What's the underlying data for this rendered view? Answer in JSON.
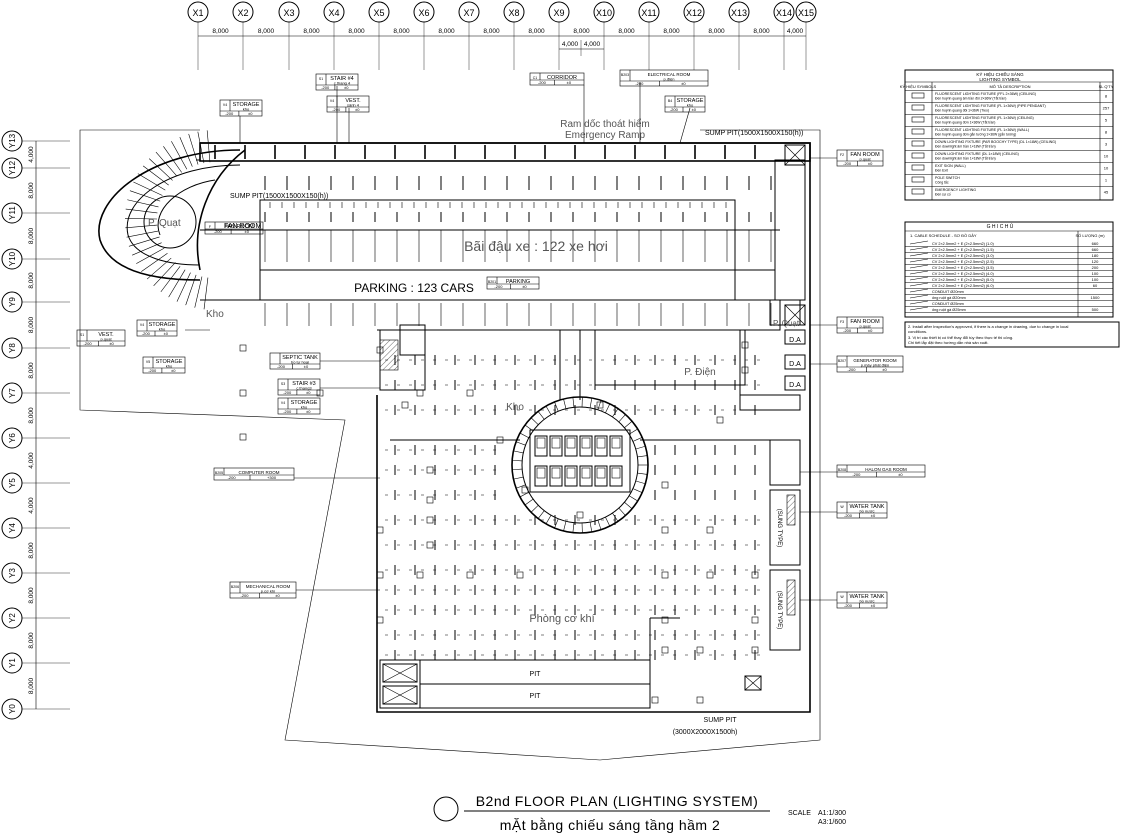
{
  "grid": {
    "x_labels": [
      "X1",
      "X2",
      "X3",
      "X4",
      "X5",
      "X6",
      "X7",
      "X8",
      "X9",
      "X10",
      "X11",
      "X12",
      "X13",
      "X14",
      "X15"
    ],
    "x_dims": [
      "8,000",
      "8,000",
      "8,000",
      "8,000",
      "8,000",
      "8,000",
      "8,000",
      "8,000",
      "8,000",
      "8,000",
      "8,000",
      "8,000",
      "8,000",
      "4,000"
    ],
    "x_sub_dims": [
      "4,000",
      "4,000"
    ],
    "y_labels": [
      "Y13",
      "Y12",
      "Y11",
      "Y10",
      "Y9",
      "Y8",
      "Y7",
      "Y6",
      "Y5",
      "Y4",
      "Y3",
      "Y2",
      "Y1",
      "Y0"
    ],
    "y_dims": [
      "4,000",
      "8,000",
      "8,000",
      "8,000",
      "8,000",
      "8,000",
      "8,000",
      "4,000",
      "4,000",
      "8,000",
      "8,000",
      "8,000",
      "8,000",
      "8,000"
    ]
  },
  "rooms": {
    "parking_vn": "Bãi đậu xe : 122 xe hơi",
    "parking_en": "PARKING : 123 CARS",
    "ramp_vn": "Ram dốc thoát hiểm",
    "ramp_en": "Emergency Ramp",
    "sump_pit_top": "SUMP PIT(1500X1500X150(h))",
    "sump_pit_left": "SUMP PIT(1500X1500X150(h))",
    "fan_room": "FAN ROOM",
    "p_quat_1": "P. Quạt",
    "p_quat_2": "P. Quạt",
    "kho_1": "Kho",
    "kho_2": "Kho",
    "p_dien": "P. Điện",
    "phong_co_khi": "Phòng cơ khí",
    "pit_1": "PIT",
    "pit_2": "PIT",
    "sump_pit_bottom": "SUMP PIT",
    "sump_pit_bottom_dim": "(3000X2000X1500h)",
    "da_labels": [
      "D.A",
      "D.A",
      "D.A"
    ],
    "water_tank_text": "(SUNG TYPE)"
  },
  "tags": {
    "corridor": {
      "code": "C1",
      "name": "CORRIDOR",
      "level": "-200",
      "val": "±0"
    },
    "electrical_room": {
      "code": "B203",
      "name": "ELECTRICAL ROOM",
      "sub": "p.điện",
      "level": "-200",
      "val": "±0"
    },
    "stair": {
      "code": "S1",
      "name": "STAIR #4",
      "sub": "c.thang 4",
      "level": "-200",
      "val": "±0"
    },
    "storage_top": {
      "code": "V4",
      "name": "STORAGE",
      "sub": "kho",
      "level": "-200",
      "val": "±0"
    },
    "vest": {
      "code": "V4",
      "name": "VEST.",
      "sub": "sảnh 4",
      "level": "-200",
      "val": "±0"
    },
    "storage_top2": {
      "code": "B4",
      "name": "STORAGE",
      "sub": "kho",
      "level": "-200",
      "val": "±0"
    },
    "fan_room_top": {
      "code": "F2",
      "name": "FAN ROOM",
      "sub": "p.quạt",
      "level": "-200",
      "val": "±0"
    },
    "fan_room_left": {
      "code": "F",
      "name": "FAN ROOM",
      "level": "-200",
      "val": "±0"
    },
    "parking_tag": {
      "code": "B201",
      "name": "PARKING",
      "level": "-200",
      "val": "±0"
    },
    "vest_left": {
      "code": "S1",
      "name": "VEST.",
      "sub": "p.quạt",
      "level": "-200",
      "val": "±0"
    },
    "storage_left": {
      "code": "V4",
      "name": "STORAGE",
      "sub": "kho",
      "level": "-200",
      "val": "±0"
    },
    "storage_left2": {
      "code": "V5",
      "name": "STORAGE",
      "sub": "kho",
      "level": "-200",
      "val": "±0"
    },
    "septic_tank": {
      "code": "",
      "name": "SEPTIC TANK",
      "sub": "bồ tự hoại",
      "level": "-200",
      "val": "±0"
    },
    "stair_left": {
      "code": "S3",
      "name": "STAIR #3",
      "sub": "c.thang3",
      "level": "-200",
      "val": "±0"
    },
    "storage_left3": {
      "code": "V4",
      "name": "STORAGE",
      "sub": "kho",
      "level": "-200",
      "val": "±0"
    },
    "computer_room": {
      "code": "B205",
      "name": "COMPUTER ROOM",
      "level": "-200",
      "val": "+300"
    },
    "mechanical_room": {
      "code": "B206",
      "name": "MECHANICAL ROOM",
      "sub": "p.cơ khí",
      "level": "-200",
      "val": "±0"
    },
    "fan_room_right": {
      "code": "F3",
      "name": "FAN ROOM",
      "sub": "p.quạt",
      "level": "-200",
      "val": "±0"
    },
    "generator_room": {
      "code": "B207",
      "name": "GENERATOR ROOM",
      "sub": "p.máy phát điện",
      "level": "-200",
      "val": "±0"
    },
    "halon_room": {
      "code": "B208",
      "name": "HALON GAS ROOM",
      "level": "-200",
      "val": "±0"
    },
    "water_tank_1": {
      "code": "W",
      "name": "WATER TANK",
      "sub": "bồ nước",
      "level": "-200",
      "val": "±0"
    },
    "water_tank_2": {
      "code": "W",
      "name": "WATER TANK",
      "sub": "bồ nước",
      "level": "-200",
      "val": "±0"
    }
  },
  "legend": {
    "title": "KÝ HIỆU CHIẾU SÁNG",
    "subtitle": "LIGHTING SYMBOL",
    "header_symbol": "KÝ HIỆU SYMBOLS",
    "header_desc": "MÔ TẢ DESCRIPTION",
    "header_qty": "SL Q'TY",
    "rows": [
      {
        "desc": "FLUORESCENT LIGHTING FIXTURE (FFL 2×36W) (CEILING)",
        "sub": "Đèn huỳnh quang âm trần đôi 2×36W (Tắt trần)",
        "qty": "8"
      },
      {
        "desc": "FLUORESCENT LIGHTING FIXTURE (FL 1×36W) (PIPE PENDANT)",
        "sub": "Đèn huỳnh quang đôi 1×36W (Treo)",
        "qty": "257"
      },
      {
        "desc": "FLUORESCENT LIGHTING FIXTURE (FL 1×36W) (CEILING)",
        "sub": "Đèn huỳnh quang đơn 1×36W (Tắt trần)",
        "qty": "5"
      },
      {
        "desc": "FLUORESCENT LIGHTING FIXTURE (FL 1×36W) (WALL)",
        "sub": "Đèn huỳnh quang đơn gắn tường 1×36W (gắn tường)",
        "qty": "8"
      },
      {
        "desc": "DOWN LIGHTING FIXTURE (PAR BOOCHY TYPE) (DL 1×18W) (CEILING)",
        "sub": "Đèn downlight âm trần 1×18W (Tắt trần)",
        "qty": "3"
      },
      {
        "desc": "DOWN LIGHTING FIXTURE (DL 1×18W) (CEILING)",
        "sub": "Đèn downlight âm trần 1×18W (Tắt trần)",
        "qty": "10"
      },
      {
        "desc": "EXIT SIGN (WALL)",
        "sub": "Đèn Exit",
        "qty": "10"
      },
      {
        "desc": "POLE SWITCH",
        "sub": "Công tắc",
        "qty": "1"
      },
      {
        "desc": "EMERGENCY LIGHTING",
        "sub": "Đèn sự cố",
        "qty": "45"
      }
    ]
  },
  "notes_table": {
    "title": "G H I C H Ú",
    "row_header": "1. CABLE SCHEDULE - SƠ ĐỒ DÂY",
    "col_qty": "SỐ LƯỢNG (m)",
    "rows": [
      {
        "desc": "CV 2×2.5mm2 + E (2×2.5mm2) (1.0)",
        "qty": "660"
      },
      {
        "desc": "CV 2×2.5mm2 + E (2×2.5mm2) (1.5)",
        "qty": "660"
      },
      {
        "desc": "CV 2×2.5mm2 + E (2×2.5mm2) (3.0)",
        "qty": "180"
      },
      {
        "desc": "CV 2×2.5mm2 + E (2×2.5mm2) (2.5)",
        "qty": "120"
      },
      {
        "desc": "CV 2×2.5mm2 + E (2×2.5mm2) (3.5)",
        "qty": "200"
      },
      {
        "desc": "CV 2×2.5mm2 + E (2×2.5mm2) (4.0)",
        "qty": "100"
      },
      {
        "desc": "CV 2×2.5mm2 + E (2×2.5mm2) (5.0)",
        "qty": "100"
      },
      {
        "desc": "CV 2×2.5mm2 + E (2×2.5mm2) (6.0)",
        "qty": "60"
      },
      {
        "desc": "CONDUIT Ø20mm",
        "qty": ""
      },
      {
        "desc": "ống ruột gà Ø20mm",
        "qty": "1500"
      },
      {
        "desc": "CONDUIT Ø25mm",
        "qty": ""
      },
      {
        "desc": "ống ruột gà Ø25mm",
        "qty": "500"
      }
    ]
  },
  "note_2": {
    "line1": "2. Install after Inspection's approved, if there is a change in drawing, due to change in local",
    "line2": "conditions.",
    "line3": "3. Vị trí các thiết bị có thể thay đổi tùy theo thực tế thi công.",
    "line4": "Chi tiết lắp đặt theo hướng dẫn nhà sản xuất."
  },
  "title_block": {
    "title_en": "B2nd FLOOR PLAN (LIGHTING SYSTEM)",
    "title_vn": "mẶt bằng chiếu sáng tầng hầm 2",
    "scale_label": "SCALE",
    "scale_a1": "A1:1/300",
    "scale_a3": "A3:1/600"
  }
}
